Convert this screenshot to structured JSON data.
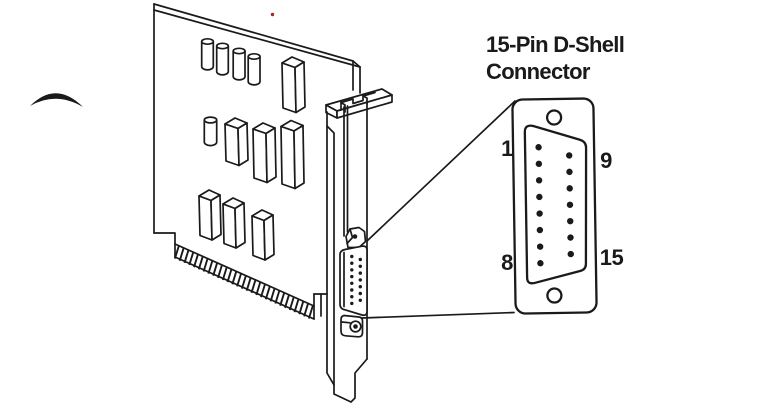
{
  "title": {
    "line1": "15-Pin D-Shell",
    "line2": "Connector"
  },
  "detail_view": {
    "pin_label_top_left": "1",
    "pin_label_top_right": "9",
    "pin_label_bottom_left": "8",
    "pin_label_bottom_right": "15",
    "pins_left_count": 8,
    "pins_right_count": 7,
    "total_pins": 15
  },
  "small_connector": {
    "pins_left_count": 8,
    "pins_right_count": 7
  },
  "board": {
    "edge_connector_finger_lines": 29
  },
  "colors": {
    "line": "#1a1a1a",
    "background": "#ffffff",
    "artifact_red": "#a52828"
  }
}
